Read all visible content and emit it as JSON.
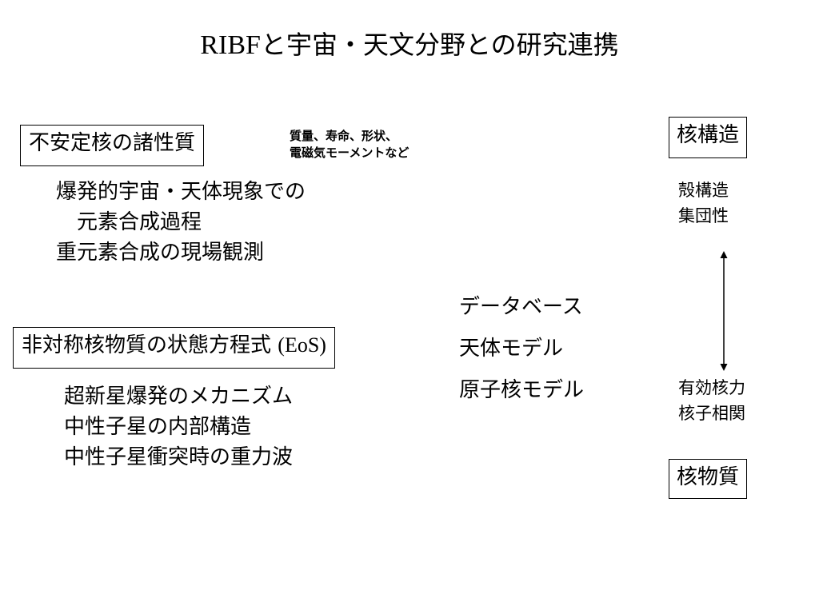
{
  "title": {
    "prefix": "RIBF",
    "text": "と宇宙・天文分野との研究連携"
  },
  "left": {
    "box1": "不安定核の諸性質",
    "box1_note_line1": "質量、寿命、形状、",
    "box1_note_line2": "電磁気モーメントなど",
    "list1": [
      "爆発的宇宙・天体現象での",
      "元素合成過程",
      "重元素合成の現場観測"
    ],
    "box2": "非対称核物質の状態方程式",
    "box2_suffix": "(EoS)",
    "list2": [
      "超新星爆発のメカニズム",
      "中性子星の内部構造",
      "中性子星衝突時の重力波"
    ]
  },
  "middle": {
    "items": [
      "データベース",
      "天体モデル",
      "原子核モデル"
    ]
  },
  "right": {
    "top_box": "核構造",
    "top_items": [
      "殻構造",
      "集団性"
    ],
    "bottom_items": [
      "有効核力",
      "核子相関"
    ],
    "bottom_box": "核物質"
  },
  "arrow": {
    "type": "double-headed-vertical-arrow"
  }
}
